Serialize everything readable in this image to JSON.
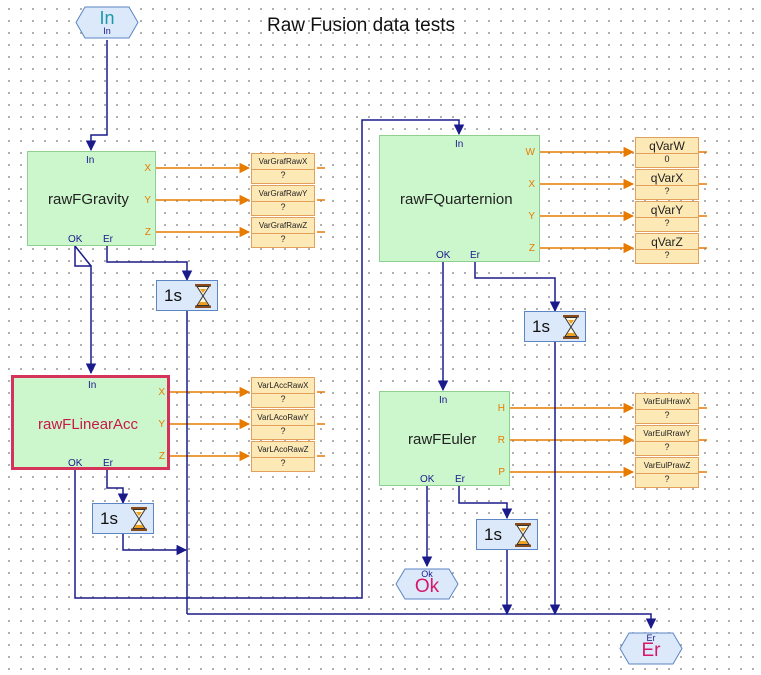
{
  "diagram": {
    "title": "Raw Fusion data tests"
  },
  "io": {
    "in": {
      "label": "In",
      "sub": "In"
    },
    "ok": {
      "label": "Ok",
      "sub": "Ok"
    },
    "er": {
      "label": "Er",
      "sub": "Er"
    }
  },
  "blocks": {
    "gravity": {
      "name": "rawFGravity",
      "in": "In",
      "outs": [
        "X",
        "Y",
        "Z"
      ],
      "ok": "OK",
      "er": "Er"
    },
    "linearacc": {
      "name": "rawFLinearAcc",
      "in": "In",
      "outs": [
        "X",
        "Y",
        "Z"
      ],
      "ok": "OK",
      "er": "Er"
    },
    "quaternion": {
      "name": "rawFQuarternion",
      "in": "In",
      "outs": [
        "W",
        "X",
        "Y",
        "Z"
      ],
      "ok": "OK",
      "er": "Er"
    },
    "euler": {
      "name": "rawFEuler",
      "in": "In",
      "outs": [
        "H",
        "R",
        "P"
      ],
      "ok": "OK",
      "er": "Er"
    }
  },
  "variables": {
    "gravity": [
      {
        "name": "VarGrafRawX",
        "value": "?"
      },
      {
        "name": "VarGrafRawY",
        "value": "?"
      },
      {
        "name": "VarGrafRawZ",
        "value": "?"
      }
    ],
    "linearacc": [
      {
        "name": "VarLAccRawX",
        "value": "?"
      },
      {
        "name": "VarLAcoRawY",
        "value": "?"
      },
      {
        "name": "VarLAcoRawZ",
        "value": "?"
      }
    ],
    "quaternion": [
      {
        "name": "qVarW",
        "value": "0"
      },
      {
        "name": "qVarX",
        "value": "?"
      },
      {
        "name": "qVarY",
        "value": "?"
      },
      {
        "name": "qVarZ",
        "value": "?"
      }
    ],
    "euler": [
      {
        "name": "VarEulHrawX",
        "value": "?"
      },
      {
        "name": "VarEulRrawY",
        "value": "?"
      },
      {
        "name": "VarEulPrawZ",
        "value": "?"
      }
    ]
  },
  "timers": [
    {
      "label": "1s"
    },
    {
      "label": "1s"
    },
    {
      "label": "1s"
    },
    {
      "label": "1s"
    }
  ],
  "colors": {
    "control_wire": "#1a1a8c",
    "data_wire": "#e87a00",
    "block_fill": "#ccf7cc",
    "variable_fill": "#fde9b5",
    "timer_fill": "#dce9fa",
    "io_fill": "#dce9fa",
    "selection": "#d6335a",
    "io_text_in": "#1a9aa8",
    "io_text_out": "#d6186a"
  }
}
